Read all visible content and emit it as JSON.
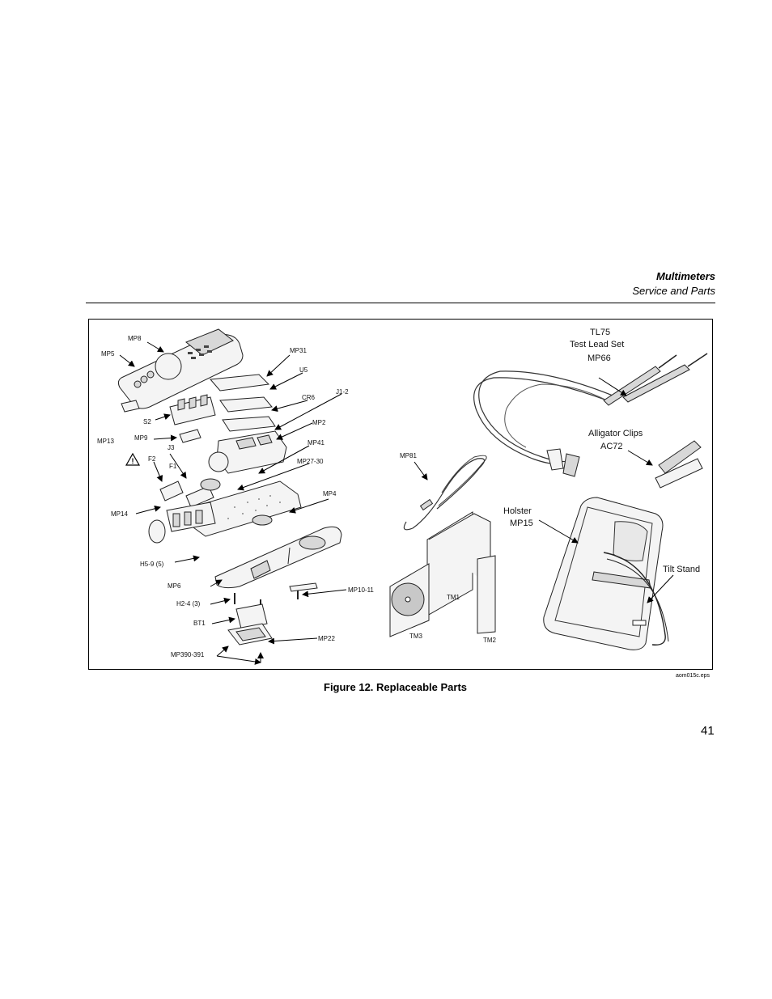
{
  "header": {
    "title": "Multimeters",
    "subtitle": "Service and Parts"
  },
  "figure": {
    "caption": "Figure 12. Replaceable Parts",
    "file_name": "aom015c.eps",
    "labels": {
      "mp8": "MP8",
      "mp5": "MP5",
      "mp31": "MP31",
      "u5": "U5",
      "cr6": "CR6",
      "j1_2": "J1-2",
      "mp2": "MP2",
      "mp41": "MP41",
      "mp27_30": "MP27-30",
      "mp4": "MP4",
      "mp13": "MP13",
      "s2": "S2",
      "mp9": "MP9",
      "j3": "J3",
      "f2": "F2",
      "f1": "F1",
      "mp14": "MP14",
      "h5_9": "H5-9 (5)",
      "mp6": "MP6",
      "h2_4": "H2-4 (3)",
      "bt1": "BT1",
      "mp390_391": "MP390-391",
      "mp22": "MP22",
      "mp10_11": "MP10-11",
      "mp81": "MP81",
      "tm1": "TM1",
      "tm2": "TM2",
      "tm3": "TM3",
      "tl75": "TL75",
      "test_lead_set": "Test Lead Set",
      "mp66": "MP66",
      "alligator_clips": "Alligator Clips",
      "ac72": "AC72",
      "holster": "Holster",
      "mp15": "MP15",
      "tilt_stand": "Tilt Stand"
    }
  },
  "page_number": "41"
}
